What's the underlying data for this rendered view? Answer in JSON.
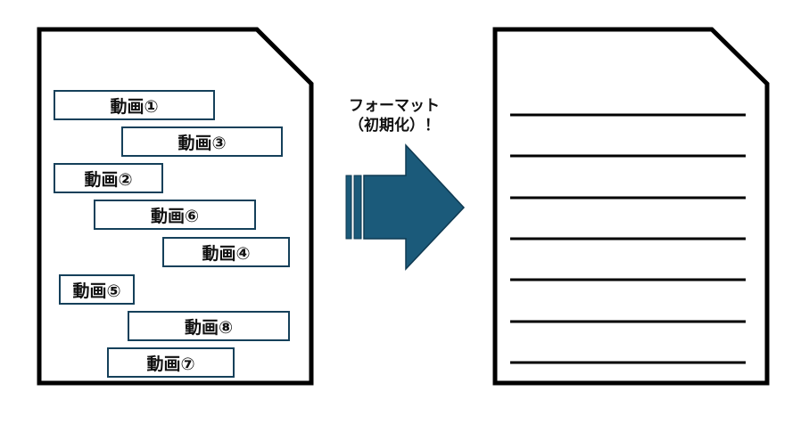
{
  "before_document": {
    "videos": [
      {
        "label": "動画①"
      },
      {
        "label": "動画③"
      },
      {
        "label": "動画②"
      },
      {
        "label": "動画⑥"
      },
      {
        "label": "動画④"
      },
      {
        "label": "動画⑤"
      },
      {
        "label": "動画⑧"
      },
      {
        "label": "動画⑦"
      }
    ]
  },
  "arrow": {
    "caption_line1": "フォーマット",
    "caption_line2": "（初期化）！",
    "color": "#1b5a7a"
  },
  "after_document": {
    "blank_line_count": 7
  },
  "colors": {
    "outline": "#000000",
    "box_border": "#15405a",
    "arrow_fill": "#1b5a7a"
  }
}
